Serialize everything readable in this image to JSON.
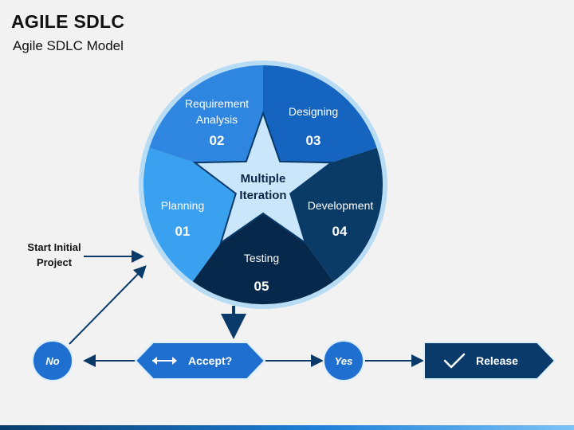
{
  "header": {
    "title": "AGILE SDLC",
    "subtitle": "Agile SDLC Model"
  },
  "wheel": {
    "center_line1": "Multiple",
    "center_line2": "Iteration",
    "segments": [
      {
        "label_line1": "Requirement",
        "label_line2": "Analysis",
        "number": "02",
        "color": "#2f86e0"
      },
      {
        "label_line1": "Designing",
        "label_line2": "",
        "number": "03",
        "color": "#1565c0"
      },
      {
        "label_line1": "Development",
        "label_line2": "",
        "number": "04",
        "color": "#0a3a66"
      },
      {
        "label_line1": "Testing",
        "label_line2": "",
        "number": "05",
        "color": "#06284a"
      },
      {
        "label_line1": "Planning",
        "label_line2": "",
        "number": "01",
        "color": "#3aa0f0"
      }
    ],
    "ring_color": "#b9dcf5",
    "star_color": "#c9e6fb"
  },
  "flow": {
    "start_line1": "Start Initial",
    "start_line2": "Project",
    "no_label": "No",
    "accept_label": "Accept?",
    "yes_label": "Yes",
    "release_label": "Release",
    "accent_color": "#1f6fd1",
    "dark_color": "#0a3a6a"
  }
}
